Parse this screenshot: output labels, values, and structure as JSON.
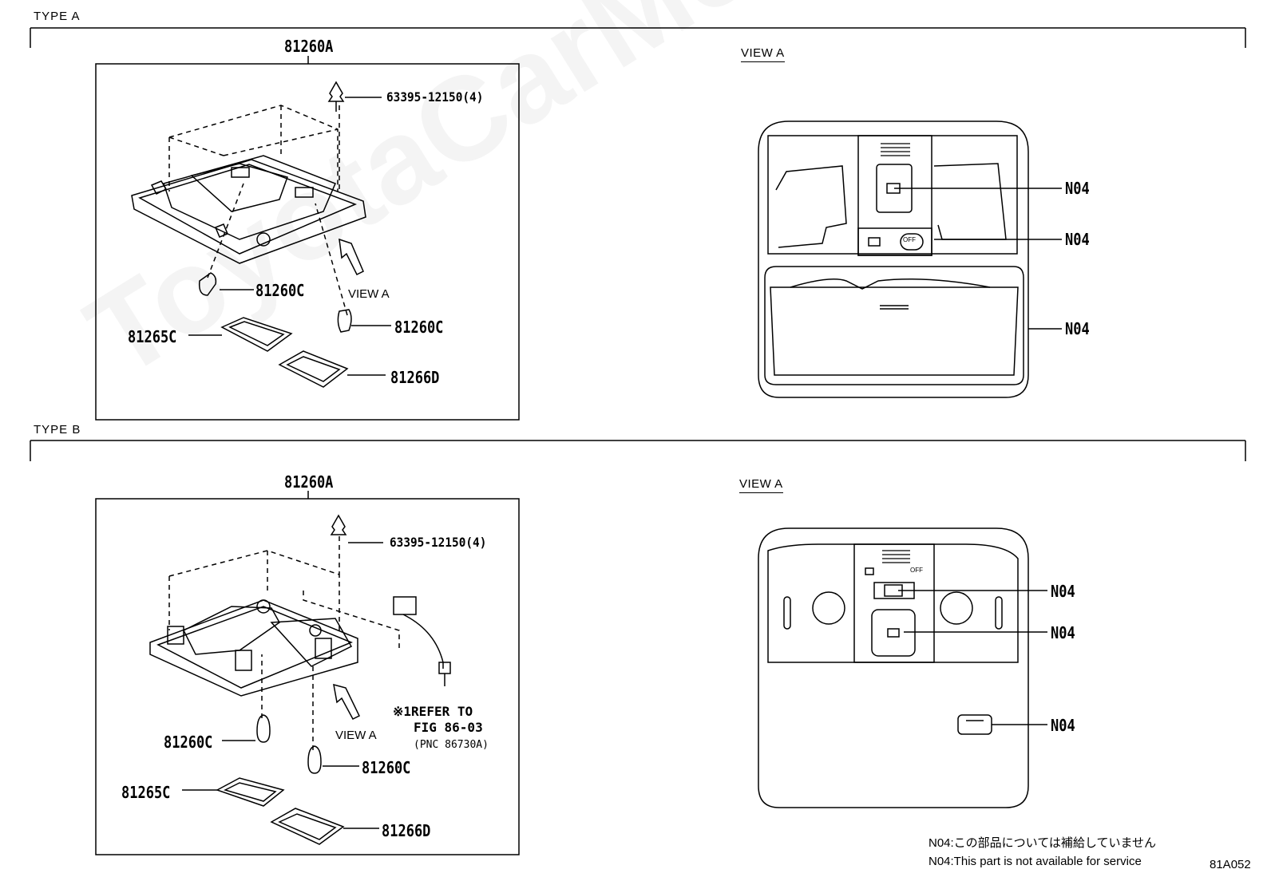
{
  "watermark": "ToyotaCarMe.ru",
  "type_a": {
    "label": "TYPE A",
    "main_part": "81260A",
    "clip_part": "63395-12150(4)",
    "bulb_left": "81260C",
    "bulb_right": "81260C",
    "view_arrow": "VIEW A",
    "lens_left": "81265C",
    "lens_right": "81266D",
    "view_title": "VIEW A",
    "callouts": [
      "N04",
      "N04",
      "N04"
    ],
    "switch_off": "OFF"
  },
  "type_b": {
    "label": "TYPE B",
    "main_part": "81260A",
    "clip_part": "63395-12150(4)",
    "bulb_left": "81260C",
    "bulb_right": "81260C",
    "view_arrow": "VIEW A",
    "lens_left": "81265C",
    "lens_right": "81266D",
    "refer_mark": "※1",
    "refer_line1": "REFER TO",
    "refer_line2": "FIG 86-03",
    "refer_line3": "(PNC 86730A)",
    "view_title": "VIEW A",
    "callouts": [
      "N04",
      "N04",
      "N04"
    ],
    "switch_off": "OFF"
  },
  "notes": {
    "jp": "N04:この部品については補給していません",
    "en": "N04:This part is not available for service"
  },
  "figure_code": "81A052"
}
